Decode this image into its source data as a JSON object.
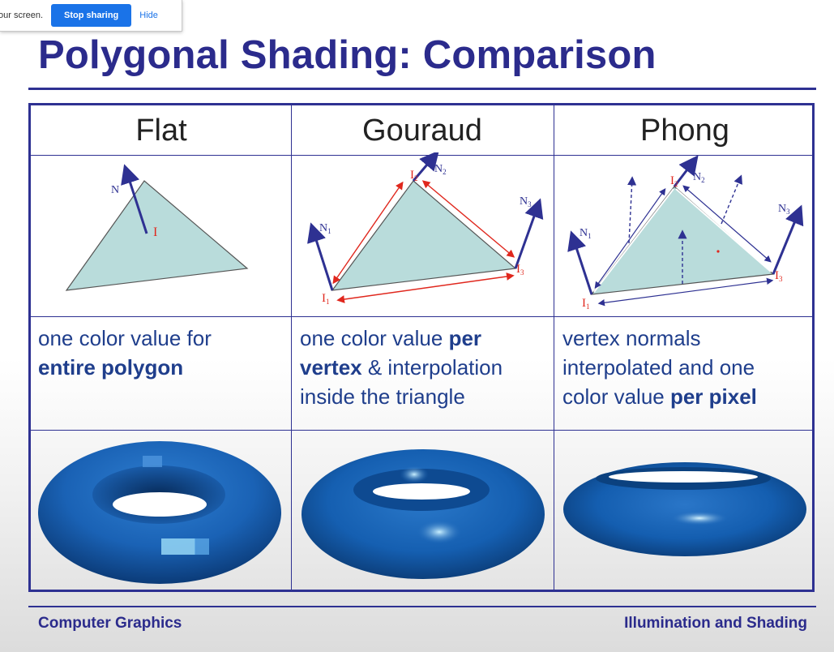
{
  "share_bar": {
    "message": "our screen.",
    "stop_label": "Stop sharing",
    "hide_label": "Hide"
  },
  "slide": {
    "title": "Polygonal Shading: Comparison",
    "columns": [
      {
        "heading": "Flat",
        "desc_plain_1": "one color value for",
        "desc_bold_1": "entire polygon",
        "diagram_labels": {
          "normal": "N",
          "intensity": "I"
        }
      },
      {
        "heading": "Gouraud",
        "desc_plain_1": "one color value ",
        "desc_bold_1": "per",
        "desc_bold_2": "vertex",
        "desc_plain_2": " & interpolation",
        "desc_plain_3": "inside the triangle",
        "diagram_labels": {
          "n1": "N",
          "n1_sub": "1",
          "n2": "N",
          "n2_sub": "2",
          "n3": "N",
          "n3_sub": "3",
          "i1": "I",
          "i1_sub": "1",
          "i2": "I",
          "i2_sub": "2",
          "i3": "I",
          "i3_sub": "3"
        }
      },
      {
        "heading": "Phong",
        "desc_plain_1": "vertex normals",
        "desc_plain_2": "interpolated and one",
        "desc_plain_3": "color value ",
        "desc_bold_1": "per pixel",
        "diagram_labels": {
          "n1": "N",
          "n1_sub": "1",
          "n2": "N",
          "n2_sub": "2",
          "n3": "N",
          "n3_sub": "3",
          "i1": "I",
          "i1_sub": "1",
          "i2": "I",
          "i2_sub": "2",
          "i3": "I",
          "i3_sub": "3"
        }
      }
    ],
    "footer_left": "Computer Graphics",
    "footer_right": "Illumination and Shading"
  },
  "colors": {
    "title": "#2b2b8c",
    "rule": "#2e3192",
    "triangle_fill": "#b9dcdb",
    "normal_arrow": "#2e3192",
    "intensity_label": "#e0271d",
    "torus_blue": "#1160b3",
    "share_button": "#1a73e8"
  }
}
